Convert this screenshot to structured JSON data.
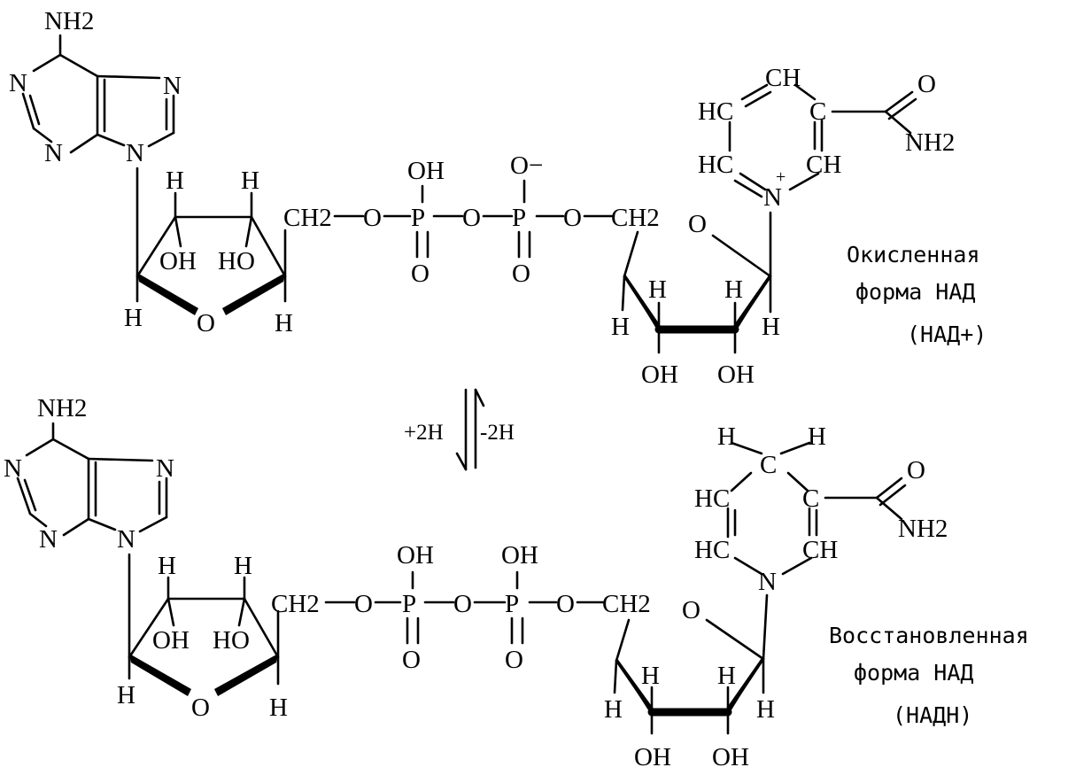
{
  "nad_oxidized": {
    "label_line1": "Окисленная",
    "label_line2": "форма НАД",
    "label_line3": "(НАД+)"
  },
  "nad_reduced": {
    "label_line1": "Восстановленная",
    "label_line2": "форма НАД",
    "label_line3": "(НАДН)"
  },
  "equilibrium": {
    "forward_label": "+2H",
    "reverse_label": "-2H"
  },
  "atoms": {
    "nh2": "NH2",
    "n": "N",
    "h": "H",
    "o": "O",
    "oh": "OH",
    "ho": "HO",
    "p": "P",
    "ch2": "CH2",
    "ch": "CH",
    "hc": "HC",
    "c": "C",
    "o_minus": "O−",
    "plus": "+"
  }
}
